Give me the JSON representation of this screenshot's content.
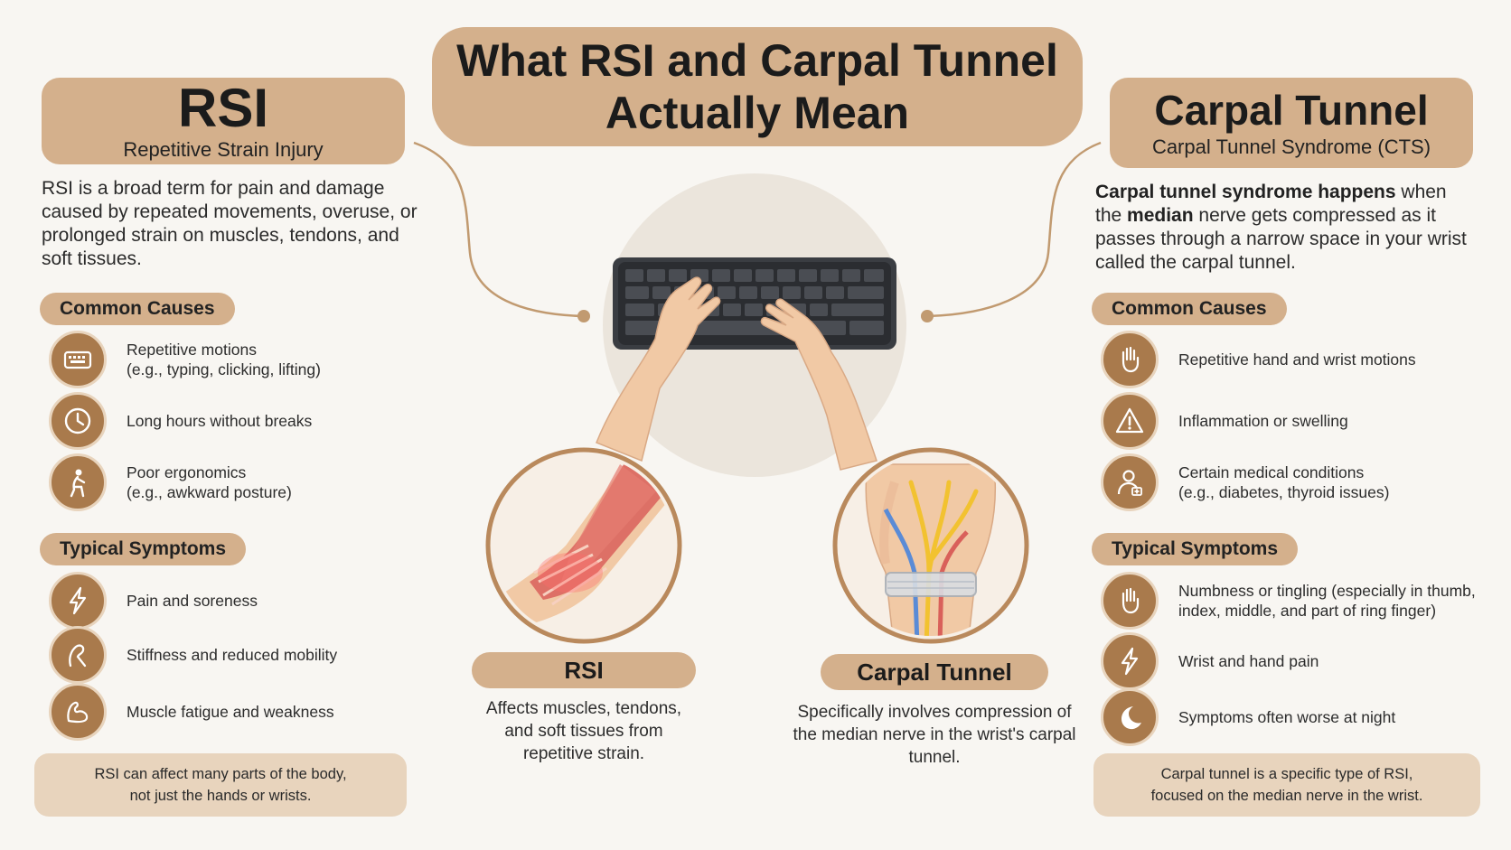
{
  "title": "What RSI and Carpal Tunnel Actually Mean",
  "rsi": {
    "heading": "RSI",
    "subheading": "Repetitive Strain Injury",
    "intro": "RSI is a broad term for pain and damage caused by repeated movements, overuse, or prolonged strain on muscles, tendons, and soft tissues.",
    "causes_label": "Common Causes",
    "causes": [
      {
        "icon": "keyboard-icon",
        "line1": "Repetitive motions",
        "line2": "(e.g., typing, clicking, lifting)"
      },
      {
        "icon": "clock-icon",
        "line1": "Long hours without breaks",
        "line2": ""
      },
      {
        "icon": "posture-icon",
        "line1": "Poor ergonomics",
        "line2": "(e.g., awkward posture)"
      }
    ],
    "symptoms_label": "Typical Symptoms",
    "symptoms": [
      {
        "icon": "lightning-icon",
        "line1": "Pain and soreness"
      },
      {
        "icon": "stiff-arm-icon",
        "line1": "Stiffness and reduced mobility"
      },
      {
        "icon": "muscle-icon",
        "line1": "Muscle fatigue and weakness"
      }
    ],
    "note_line1": "RSI can affect many parts of the body,",
    "note_line2": "not just the hands or wrists."
  },
  "carpal": {
    "heading": "Carpal Tunnel",
    "subheading": "Carpal Tunnel Syndrome (CTS)",
    "intro_bold1": "Carpal tunnel syndrome happens",
    "intro_text1": " when the ",
    "intro_bold2": "median",
    "intro_text2": " nerve gets compressed as it passes through a narrow space in your wrist called the carpal tunnel.",
    "causes_label": "Common Causes",
    "causes": [
      {
        "icon": "hand-icon",
        "line1": "Repetitive hand and wrist motions",
        "line2": ""
      },
      {
        "icon": "warning-icon",
        "line1": "Inflammation or swelling",
        "line2": ""
      },
      {
        "icon": "medical-person-icon",
        "line1": "Certain medical conditions",
        "line2": "(e.g., diabetes, thyroid issues)"
      }
    ],
    "symptoms_label": "Typical Symptoms",
    "symptoms": [
      {
        "icon": "hand-icon",
        "line1": "Numbness or tingling (especially in thumb,",
        "line2": "index, middle, and part of ring finger)"
      },
      {
        "icon": "lightning-icon",
        "line1": "Wrist and hand pain",
        "line2": ""
      },
      {
        "icon": "moon-icon",
        "line1": "Symptoms often worse at night",
        "line2": ""
      }
    ],
    "note_line1": "Carpal tunnel is a specific type of RSI,",
    "note_line2": "focused on the median nerve in the wrist."
  },
  "center": {
    "rsi_label": "RSI",
    "rsi_text": "Affects muscles, tendons, and soft tissues from repetitive strain.",
    "ct_label": "Carpal Tunnel",
    "ct_text": "Specifically involves compression of the median nerve in the wrist's carpal tunnel."
  },
  "colors": {
    "tan": "#d4b08c",
    "tan_light": "#e8d4bd",
    "icon_brown": "#a97a4c",
    "background": "#f8f6f2"
  }
}
